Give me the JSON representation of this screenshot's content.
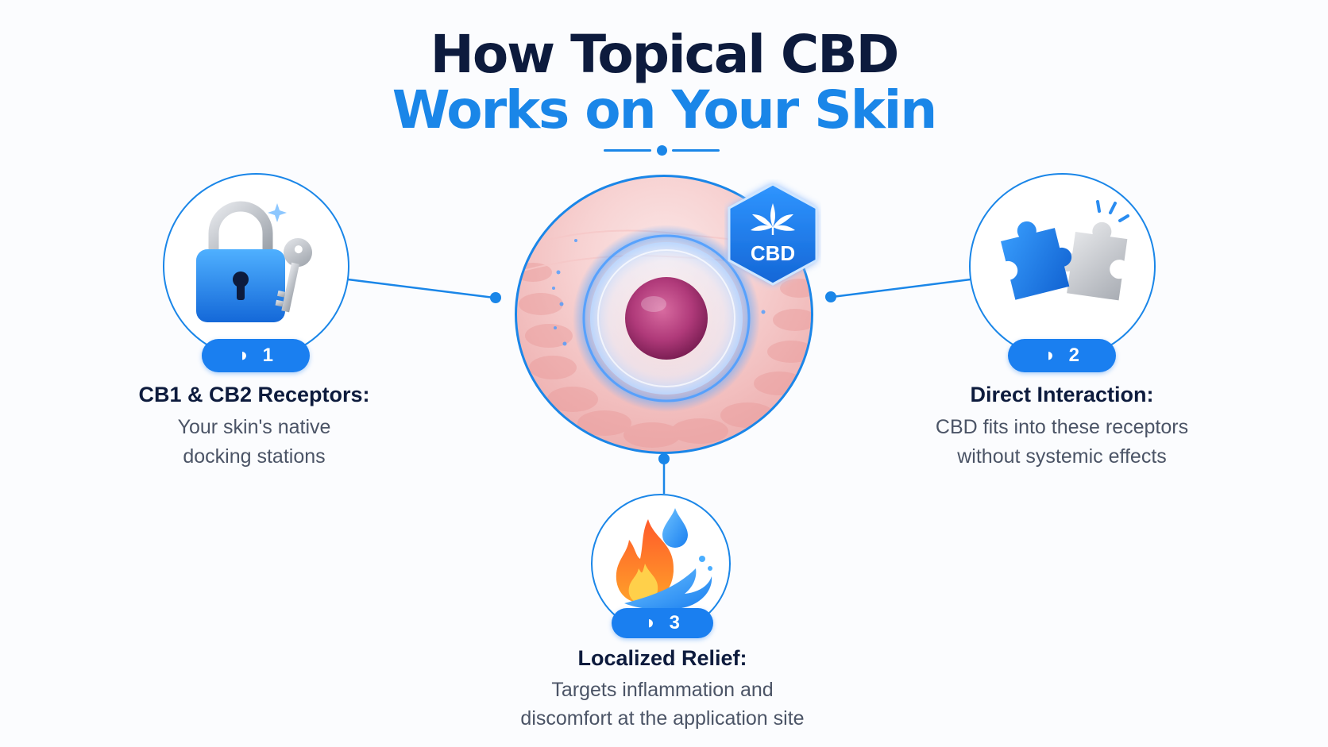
{
  "header": {
    "title_line1": "How Topical CBD",
    "title_line2": "Works on Your Skin"
  },
  "center": {
    "badge_text": "CBD",
    "badge_icon": "cannabis-leaf-icon"
  },
  "steps": [
    {
      "number": "1",
      "title": "CB1 & CB2 Receptors:",
      "description_line1": "Your skin's native",
      "description_line2": "docking stations",
      "icon": "lock-and-key-icon"
    },
    {
      "number": "2",
      "title": "Direct Interaction:",
      "description_line1": "CBD fits into these receptors",
      "description_line2": "without systemic effects",
      "icon": "puzzle-pieces-icon"
    },
    {
      "number": "3",
      "title": "Localized Relief:",
      "description_line1": "Targets inflammation and",
      "description_line2": "discomfort at the application site",
      "icon": "fire-and-water-icon"
    }
  ],
  "colors": {
    "accent": "#1a86e8",
    "title_dark": "#0d1b3d",
    "text_gray": "#4b5466",
    "badge_blue": "#1a7ff0"
  }
}
